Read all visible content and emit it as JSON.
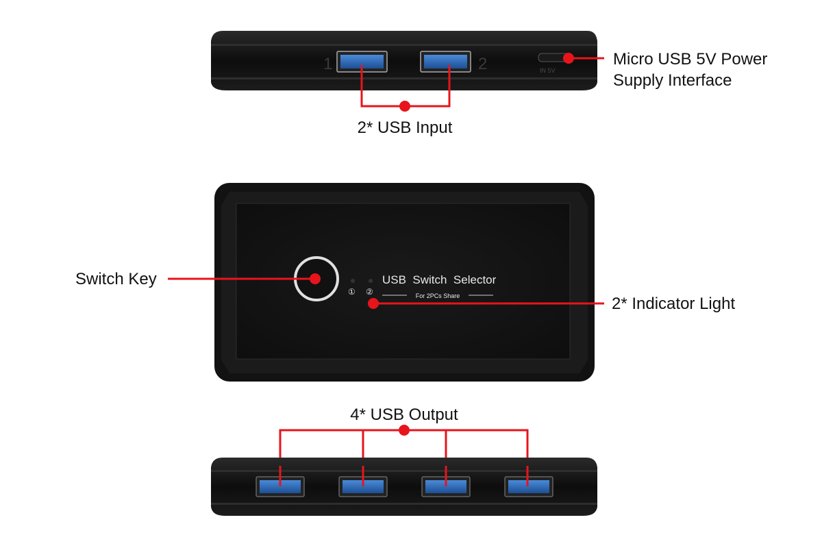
{
  "colors": {
    "callout": "#e8141c",
    "device": "#111111",
    "usb_blue": "#2f6fc0"
  },
  "top_view": {
    "port_labels": [
      "1",
      "2"
    ],
    "power_port_label": "IN 5V",
    "callout_power": [
      "Micro USB 5V Power",
      "Supply Interface"
    ],
    "callout_inputs": "2* USB Input"
  },
  "front_view": {
    "title": "USB  Switch  Selector",
    "subtitle": "For 2PCs Share",
    "led_labels": [
      "①",
      "②"
    ],
    "callout_switch": "Switch Key",
    "callout_leds": "2* Indicator Light"
  },
  "bottom_view": {
    "callout_outputs": "4* USB Output"
  }
}
